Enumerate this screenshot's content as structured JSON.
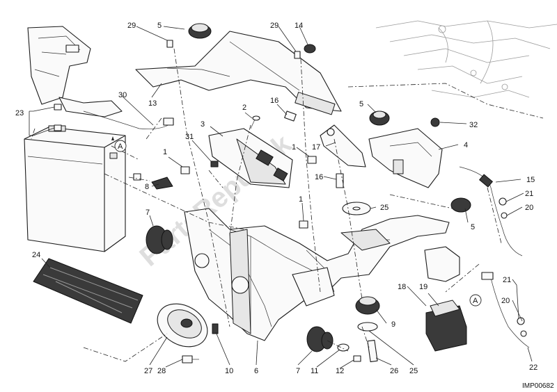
{
  "diagram": {
    "code": "IMP00682",
    "watermark": "PartsRepublik",
    "connector_symbol": "A",
    "callouts": [
      {
        "id": "c29a",
        "label": "29"
      },
      {
        "id": "c5a",
        "label": "5"
      },
      {
        "id": "c29b",
        "label": "29"
      },
      {
        "id": "c14",
        "label": "14"
      },
      {
        "id": "c23",
        "label": "23"
      },
      {
        "id": "c30",
        "label": "30"
      },
      {
        "id": "c13",
        "label": "13"
      },
      {
        "id": "c2",
        "label": "2"
      },
      {
        "id": "c16a",
        "label": "16"
      },
      {
        "id": "c5b",
        "label": "5"
      },
      {
        "id": "c32",
        "label": "32"
      },
      {
        "id": "c3",
        "label": "3"
      },
      {
        "id": "c4",
        "label": "4"
      },
      {
        "id": "c1a",
        "label": "1"
      },
      {
        "id": "c31",
        "label": "31"
      },
      {
        "id": "c1b",
        "label": "1"
      },
      {
        "id": "c17",
        "label": "17"
      },
      {
        "id": "c16b",
        "label": "16"
      },
      {
        "id": "c15",
        "label": "15"
      },
      {
        "id": "c8",
        "label": "8"
      },
      {
        "id": "c21a",
        "label": "21"
      },
      {
        "id": "c1c",
        "label": "1"
      },
      {
        "id": "c25a",
        "label": "25"
      },
      {
        "id": "c20a",
        "label": "20"
      },
      {
        "id": "c7a",
        "label": "7"
      },
      {
        "id": "c5c",
        "label": "5"
      },
      {
        "id": "c24",
        "label": "24"
      },
      {
        "id": "c18",
        "label": "18"
      },
      {
        "id": "c19",
        "label": "19"
      },
      {
        "id": "c21b",
        "label": "21"
      },
      {
        "id": "c20b",
        "label": "20"
      },
      {
        "id": "c9",
        "label": "9"
      },
      {
        "id": "c27",
        "label": "27"
      },
      {
        "id": "c28",
        "label": "28"
      },
      {
        "id": "c10",
        "label": "10"
      },
      {
        "id": "c6",
        "label": "6"
      },
      {
        "id": "c7b",
        "label": "7"
      },
      {
        "id": "c11",
        "label": "11"
      },
      {
        "id": "c12",
        "label": "12"
      },
      {
        "id": "c26",
        "label": "26"
      },
      {
        "id": "c25b",
        "label": "25"
      },
      {
        "id": "c22",
        "label": "22"
      }
    ]
  }
}
